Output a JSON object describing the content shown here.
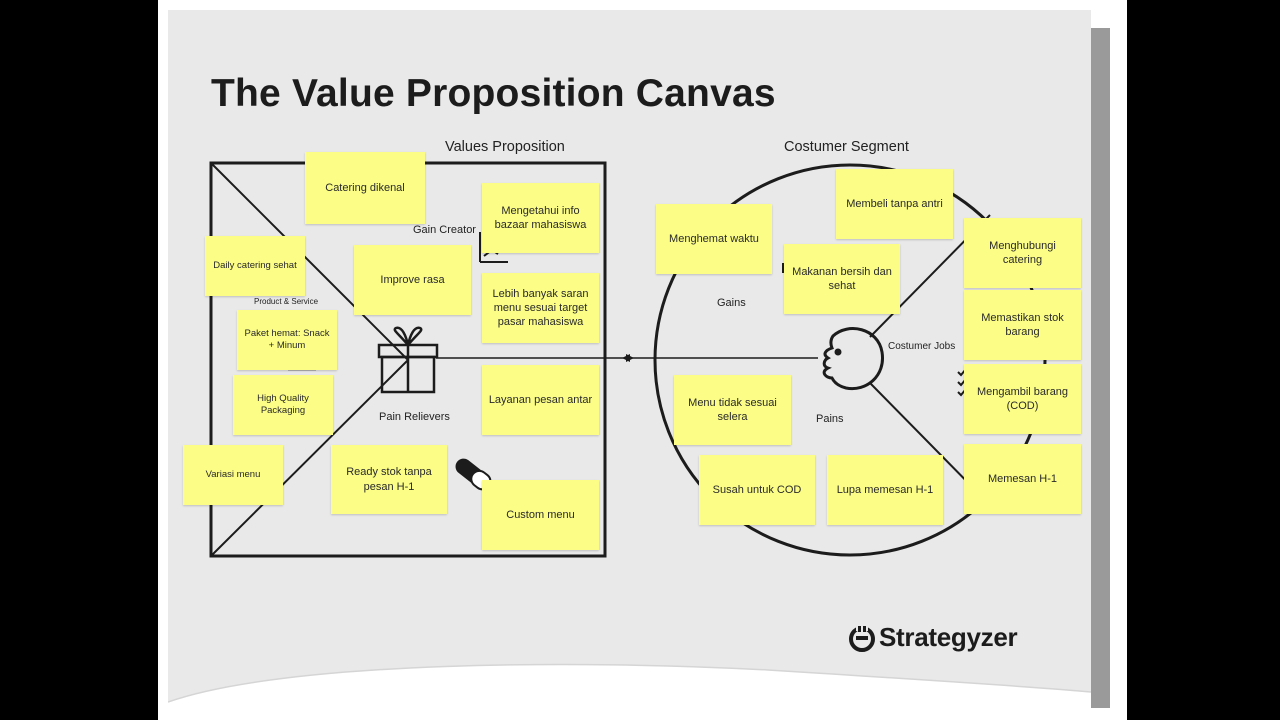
{
  "title": "The Value Proposition Canvas",
  "values_proposition": {
    "heading": "Values Proposition",
    "gain_creator_label": "Gain Creator",
    "product_service_label": "Product & Service",
    "pain_relievers_label": "Pain Relievers",
    "notes": {
      "catering_dikenal": "Catering dikenal",
      "daily_catering": "Daily catering sehat",
      "improve_rasa": "Improve rasa",
      "mengetahui_info": "Mengetahui info bazaar mahasiswa",
      "lebih_banyak": "Lebih banyak saran menu sesuai target pasar mahasiswa",
      "paket_hemat": "Paket hemat: Snack + Minum",
      "high_quality": "High Quality Packaging",
      "layanan_pesan": "Layanan pesan antar",
      "variasi_menu": "Variasi menu",
      "ready_stok": "Ready stok tanpa pesan H-1",
      "custom_menu": "Custom menu"
    }
  },
  "customer_segment": {
    "heading": "Costumer Segment",
    "gains_label": "Gains",
    "pains_label": "Pains",
    "customer_jobs_label": "Costumer Jobs",
    "notes": {
      "menghemat_waktu": "Menghemat waktu",
      "membeli_tanpa_antri": "Membeli tanpa antri",
      "makanan_bersih": "Makanan bersih dan sehat",
      "menghubungi_catering": "Menghubungi catering",
      "memastikan_stok": "Memastikan stok barang",
      "menu_tidak_sesuai": "Menu tidak sesuai selera",
      "mengambil_barang": "Mengambil barang (COD)",
      "memesan_h1": "Memesan H-1",
      "susah_cod": "Susah untuk COD",
      "lupa_memesan": "Lupa memesan H-1"
    }
  },
  "logo": {
    "text": "Strategyzer",
    "icon": "strategyzer-logo-icon"
  },
  "colors": {
    "sticky_note": "#fbfd86",
    "slide_background": "#e9e9e9",
    "ink": "#1c1c1c"
  }
}
